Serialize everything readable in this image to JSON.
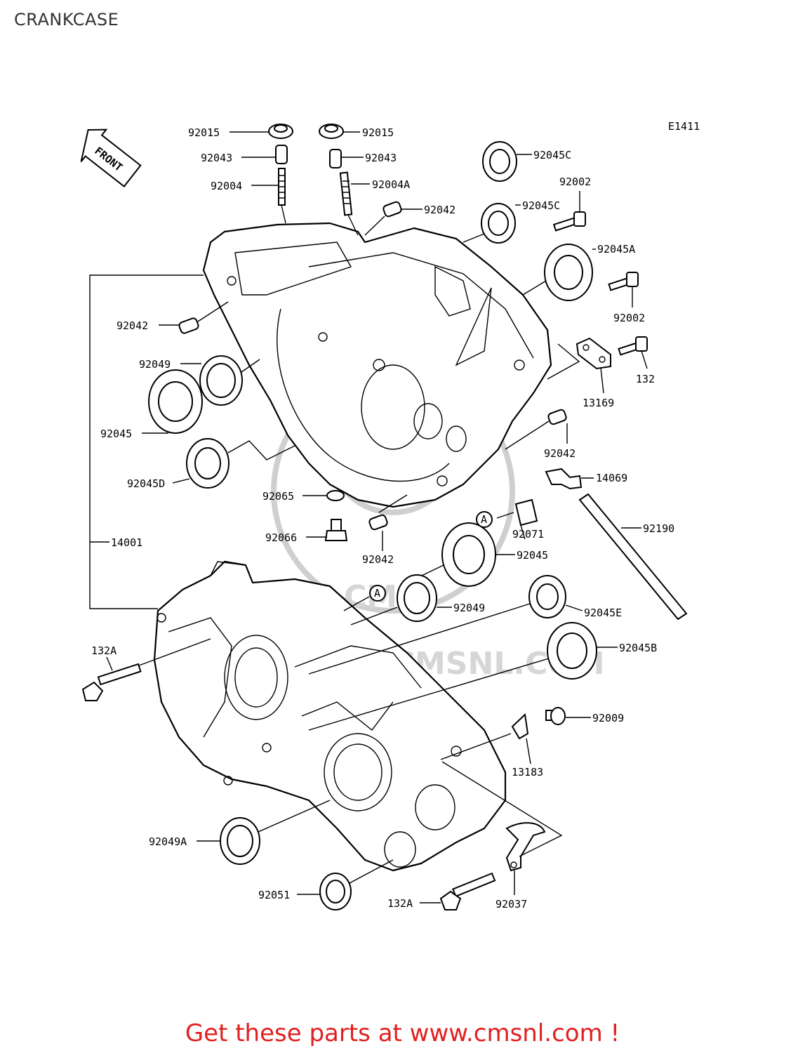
{
  "title": "CRANKCASE",
  "diagram_code": "E1411",
  "front_marker": "FRONT",
  "watermark": {
    "brand": "CMS",
    "url": "WWW.CMSNL.COM"
  },
  "callout_letter": "A",
  "part_labels": {
    "p92015_left": "92015",
    "p92015_right": "92015",
    "p92043_left": "92043",
    "p92043_right": "92043",
    "p92004": "92004",
    "p92004A": "92004A",
    "p92042_top": "92042",
    "p92045C_top": "92045C",
    "p92045C_mid": "92045C",
    "p92002_top": "92002",
    "p92045A": "92045A",
    "p92002_mid": "92002",
    "p92042_left": "92042",
    "p92049_top": "92049",
    "p132": "132",
    "p13169": "13169",
    "p92045": "92045",
    "p92042_right": "92042",
    "p92045D": "92045D",
    "p14069": "14069",
    "p92065": "92065",
    "p92071": "92071",
    "p92190": "92190",
    "p92066": "92066",
    "p14001": "14001",
    "p92042_bottom": "92042",
    "p92045_mid": "92045",
    "p92049_mid": "92049",
    "p92045E": "92045E",
    "p132A_left": "132A",
    "p92045B": "92045B",
    "p92009": "92009",
    "p13183": "13183",
    "p92049A": "92049A",
    "p92051": "92051",
    "p132A_bottom": "132A",
    "p92037": "92037"
  },
  "footer_cta": "Get these parts at www.cmsnl.com !",
  "colors": {
    "cta": "#e02020",
    "ink": "#000000",
    "watermark": "#cfcfcf"
  }
}
